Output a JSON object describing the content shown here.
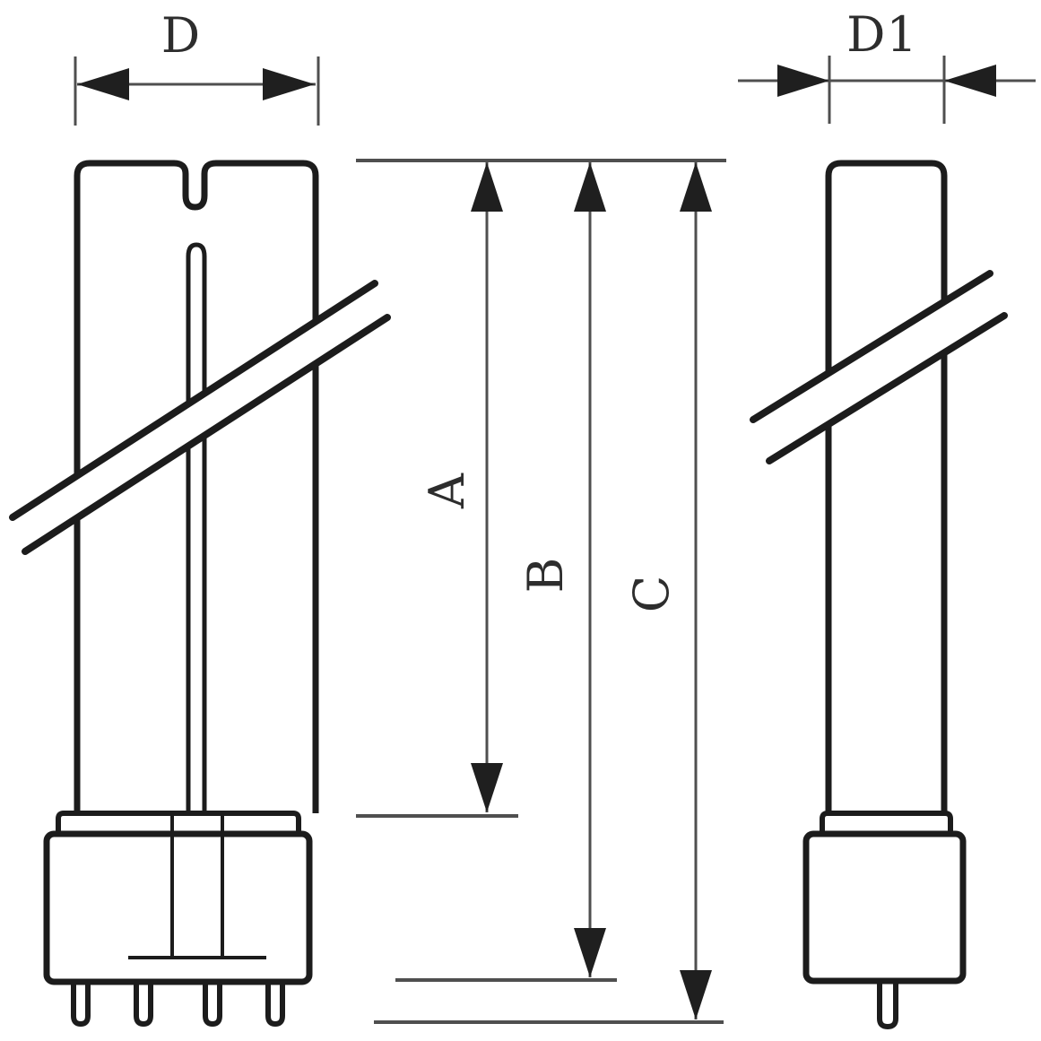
{
  "figure": {
    "labels": {
      "d": "D",
      "d1": "D1",
      "a": "A",
      "b": "B",
      "c": "C"
    },
    "colors": {
      "background": "#ffffff",
      "outline": "#1c1c1c",
      "dimension": "#4f4f4f",
      "arrow": "#1f1f1f",
      "text": "#2d2d2d"
    }
  }
}
